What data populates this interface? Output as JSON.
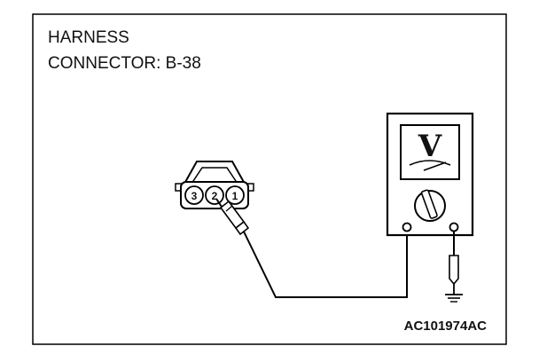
{
  "header": {
    "line1": "HARNESS",
    "line2": "CONNECTOR: B-38"
  },
  "connector": {
    "pins": [
      "3",
      "2",
      "1"
    ]
  },
  "meter": {
    "glyph": "V"
  },
  "reference": "AC101974AC"
}
